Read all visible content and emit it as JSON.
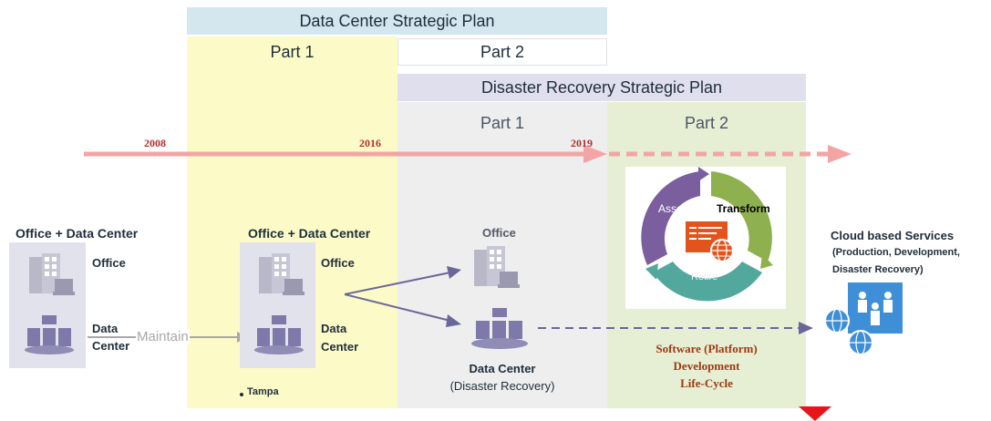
{
  "header": {
    "dc_plan": "Data Center Strategic Plan",
    "dc_part1": "Part 1",
    "dc_part2": "Part 2",
    "dr_plan": "Disaster Recovery Strategic Plan",
    "dr_part1": "Part 1",
    "dr_part2": "Part 2"
  },
  "timeline": {
    "y2008": "2008",
    "y2016": "2016",
    "y2019": "2019"
  },
  "left_stage": {
    "title": "Office + Data Center",
    "office_label": "Office",
    "dc_label_1": "Data",
    "dc_label_2": "Center",
    "arrow_label": "Maintain"
  },
  "part1_stage": {
    "title": "Office + Data Center",
    "office_label": "Office",
    "dc_label_1": "Data",
    "dc_label_2": "Center",
    "location": "Tampa"
  },
  "dr_stage": {
    "office_label": "Office",
    "dc_label_1": "Data Center",
    "dc_label_2": "(Disaster Recovery)"
  },
  "cycle": {
    "assess": "Assess",
    "transform": "Transform",
    "retire": "Retire"
  },
  "sdlc": {
    "line1": "Software (Platform)",
    "line2": "Development",
    "line3": "Life-Cycle"
  },
  "cloud": {
    "title": "Cloud based Services",
    "sub1": "(Production, Development,",
    "sub2": "Disaster Recovery)"
  },
  "colors": {
    "part1_bg": "#fcfbc8",
    "dr_part1_bg": "#eeeeee",
    "dr_part2_bg": "#e6efd4",
    "header_blue": "#d4e6ee",
    "header_lavender": "#e0dfee",
    "timeline": "#f3a5a5",
    "arrow": "#6b6699",
    "sdlc_text": "#9c3a12"
  }
}
